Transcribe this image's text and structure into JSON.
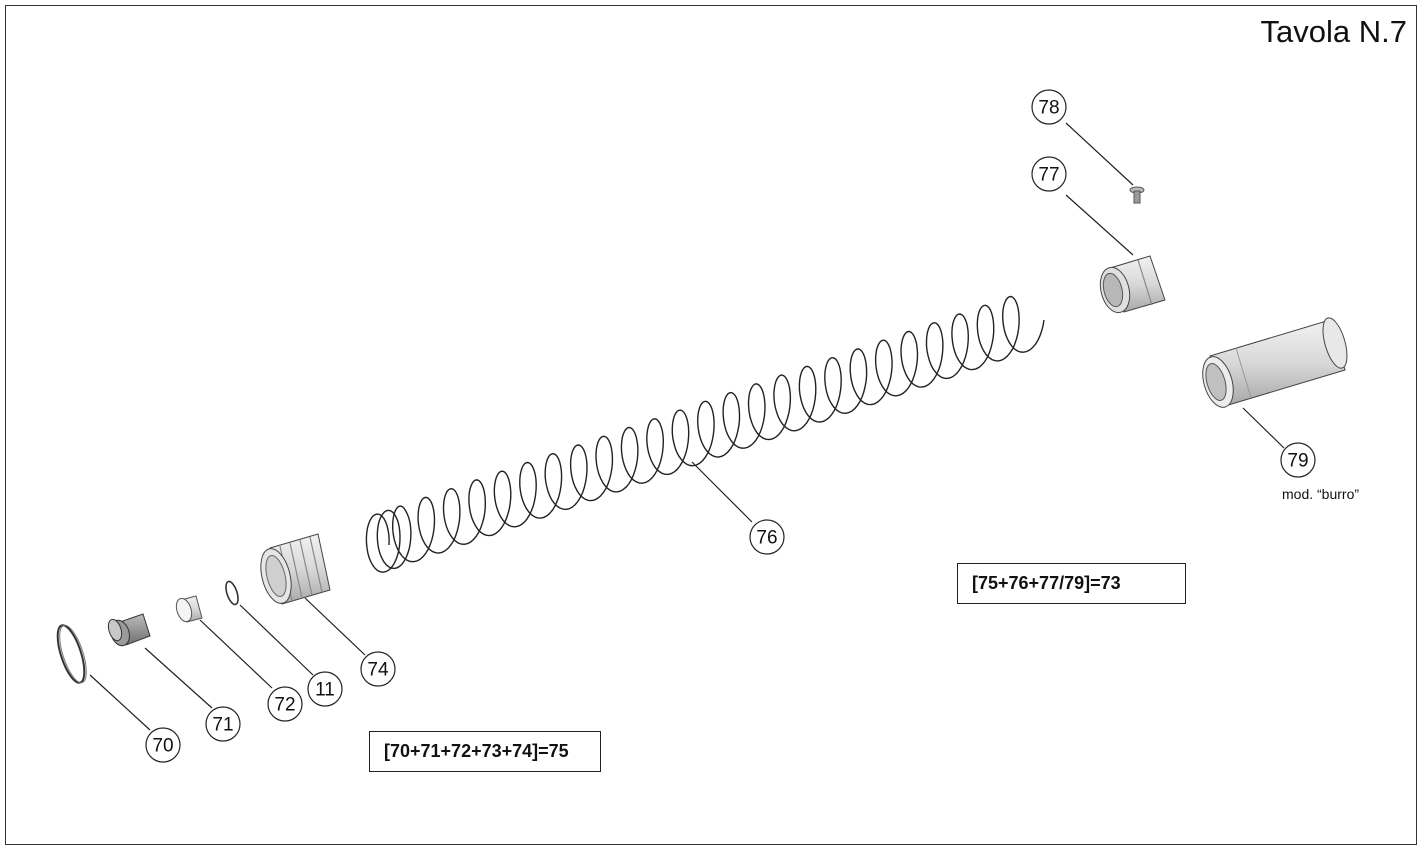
{
  "title": "Tavola N.7",
  "callouts": [
    {
      "id": "70",
      "label": "70"
    },
    {
      "id": "71",
      "label": "71"
    },
    {
      "id": "72",
      "label": "72"
    },
    {
      "id": "11",
      "label": "11"
    },
    {
      "id": "74",
      "label": "74"
    },
    {
      "id": "76",
      "label": "76"
    },
    {
      "id": "77",
      "label": "77"
    },
    {
      "id": "78",
      "label": "78"
    },
    {
      "id": "79",
      "label": "79"
    }
  ],
  "formulas": {
    "lower": "[70+71+72+73+74]=75",
    "upper": "[75+76+77/79]=73"
  },
  "note_79": "mod. “burro”"
}
